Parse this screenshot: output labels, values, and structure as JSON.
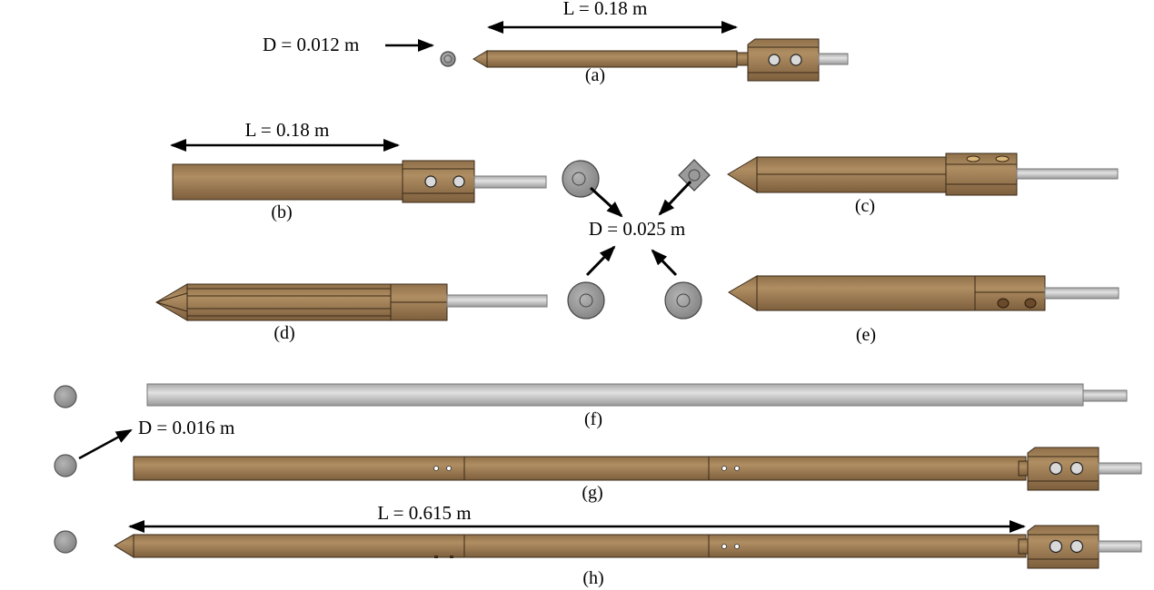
{
  "colors": {
    "wood": "#a7865e",
    "wood_dark": "#7c5f3c",
    "steel": "#c8c8c8",
    "steel_dark": "#8a8a8a",
    "outline": "#3a2a18"
  },
  "probes": {
    "a": {
      "caption": "(a)",
      "diameter_label": "D = 0.012 m",
      "length_label": "L = 0.18 m"
    },
    "b": {
      "caption": "(b)",
      "length_label": "L = 0.18 m"
    },
    "c": {
      "caption": "(c)"
    },
    "d": {
      "caption": "(d)"
    },
    "e": {
      "caption": "(e)"
    },
    "f": {
      "caption": "(f)"
    },
    "g": {
      "caption": "(g)"
    },
    "h": {
      "caption": "(h)",
      "length_label": "L = 0.615 m"
    }
  },
  "shared_labels": {
    "mid_diameter": "D = 0.025 m",
    "long_diameter": "D = 0.016 m"
  }
}
